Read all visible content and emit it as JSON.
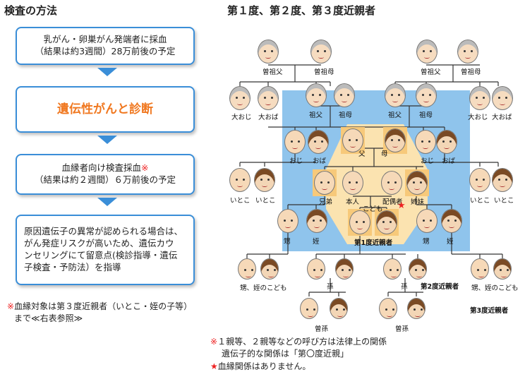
{
  "left": {
    "title": "検査の方法",
    "step1_line1": "乳がん・卵巣がん発端者に採血",
    "step1_line2": "（結果は約3週間）28万前後の予定",
    "step2": "遺伝性がんと診断",
    "step3_line1": "血縁者向け検査採血",
    "step3_mark": "※",
    "step3_line2": "（結果は約２週間）６万前後の予定",
    "step4_line1": "原因遺伝子の異常が認められる場合は、",
    "step4_line2": "がん発症リスクが高いため、遺伝カウ",
    "step4_line3": "ンセリングにて留意点(検診指導・遺伝",
    "step4_line4": "子検査・予防法）を指導",
    "note_line1": "※血縁対象は第３度近親者（いとこ・姪の子等）",
    "note_line2": "まで≪右表参照≫"
  },
  "right": {
    "title": "第１度、第２度、第３度近親者",
    "labels": {
      "great_gf_l": "曽祖父",
      "great_gm_l": "曽祖母",
      "great_gf_r": "曽祖父",
      "great_gm_r": "曽祖母",
      "great_uncle_l": "大おじ",
      "great_aunt_l": "大おば",
      "great_uncle_r": "大おじ",
      "great_aunt_r": "大おば",
      "gf_l": "祖父",
      "gm_l": "祖母",
      "gf_r": "祖父",
      "gm_r": "祖母",
      "uncle_l": "おじ",
      "aunt_l": "おば",
      "uncle_r": "おじ",
      "aunt_r": "おば",
      "father": "父",
      "mother": "母",
      "cousin_l1": "いとこ",
      "cousin_l2": "いとこ",
      "cousin_r1": "いとこ",
      "cousin_r2": "いとこ",
      "brother": "兄弟",
      "self": "本人",
      "spouse": "配偶者",
      "sister": "姉妹",
      "children": "こども",
      "first_degree": "第1度近親者",
      "nephew_l": "甥",
      "niece_l": "姪",
      "nephew_r": "甥",
      "niece_r": "姪",
      "nn_child_l": "甥、姪のこども",
      "nn_child_r": "甥、姪のこども",
      "grandchild_l": "孫",
      "grandchild_r": "孫",
      "second_degree": "第2度近親者",
      "third_degree": "第3度近親者",
      "ggchild_l": "曽孫",
      "ggchild_r": "曽孫"
    },
    "note1_mark": "※",
    "note1_line1": "１親等、２親等などの呼び方は法律上の関係",
    "note1_line2": "遺伝子的な関係は「第〇度近親」",
    "note2_mark": "★",
    "note2_text": "血縁関係はありません。"
  },
  "colors": {
    "accent_blue": "#3a8ed8",
    "orange": "#f07820",
    "red": "#e22222",
    "second_degree_bg": "#8fc4ec",
    "first_degree_bg": "#fbe3b0"
  }
}
